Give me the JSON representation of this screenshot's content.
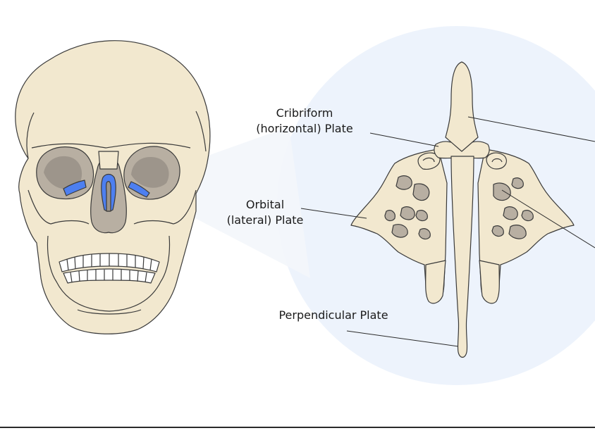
{
  "labels": {
    "cribriform_line1": "Cribriform",
    "cribriform_line2": "(horizontal) Plate",
    "orbital_line1": "Orbital",
    "orbital_line2": "(lateral) Plate",
    "perpendicular": "Perpendicular Plate"
  },
  "colors": {
    "bone": "#f2e8cf",
    "outline": "#3a3a3a",
    "shade": "#b8afa2",
    "dark_shade": "#9d958b",
    "highlight": "#4d7ff0",
    "circle_bg": "#edf3fc"
  },
  "icons": {
    "prev": "chevron-left-icon"
  }
}
